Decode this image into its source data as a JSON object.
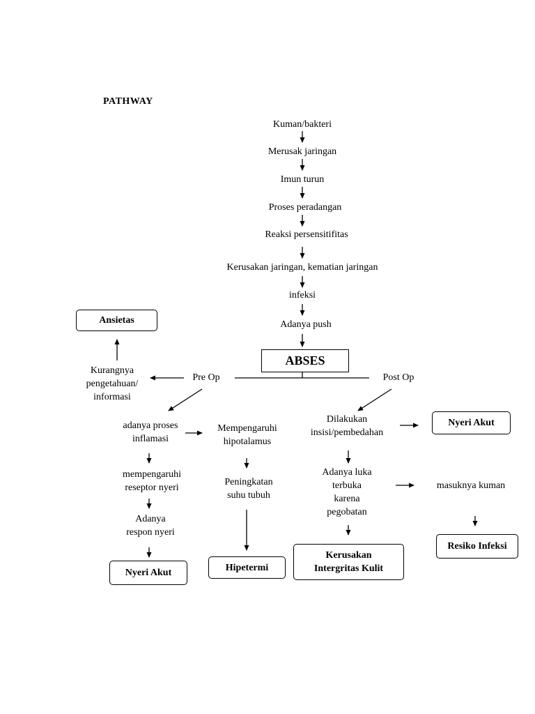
{
  "title": "PATHWAY",
  "chain": [
    "Kuman/bakteri",
    "Merusak jaringan",
    "Imun turun",
    "Proses peradangan",
    "Reaksi persensitifitas",
    "Kerusakan jaringan, kematian jaringan",
    "infeksi",
    "Adanya push"
  ],
  "center": "ABSES",
  "branches": {
    "pre": "Pre Op",
    "post": "Post Op"
  },
  "left": {
    "knowledge": [
      "Kurangnya",
      "pengetahuan/",
      "informasi"
    ],
    "anxiety_box": "Ansietas",
    "inflammation": [
      "adanya proses",
      "inflamasi"
    ],
    "receptor": [
      "mempengaruhi",
      "reseptor nyeri"
    ],
    "response": [
      "Adanya",
      "respon nyeri"
    ],
    "pain_box": "Nyeri Akut"
  },
  "middle": {
    "hypothalamus": [
      "Mempengaruhi",
      "hipotalamus"
    ],
    "temperature": [
      "Peningkatan",
      "suhu tubuh"
    ],
    "fever_box": "Hipetermi"
  },
  "right": {
    "incision": [
      "Dilakukan",
      "insisi/pembedahan"
    ],
    "pain_box": "Nyeri Akut",
    "wound": [
      "Adanya luka",
      "terbuka",
      "karena",
      "pegobatan"
    ],
    "skin_box": [
      "Kerusakan",
      "Intergritas Kulit"
    ],
    "germs": "masuknya kuman",
    "infection_box": "Resiko Infeksi"
  }
}
